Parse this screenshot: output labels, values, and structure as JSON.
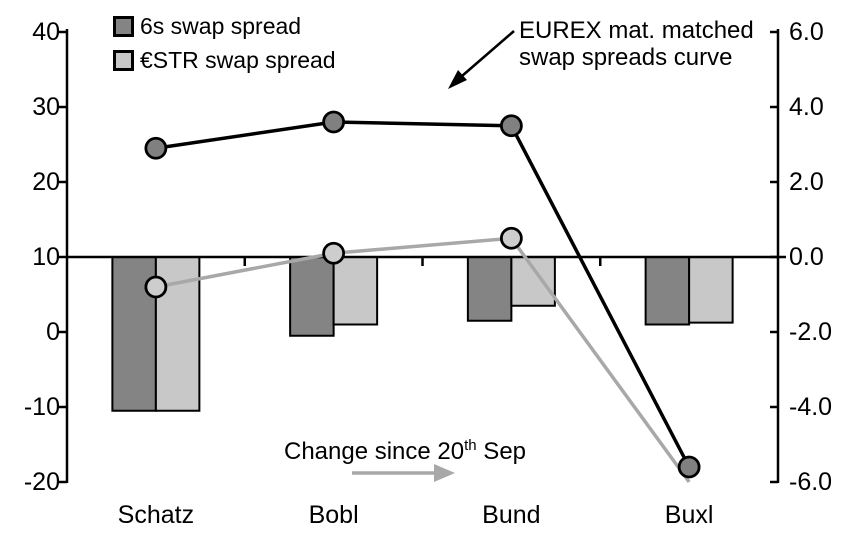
{
  "chart_data": {
    "type": "combo-bar-line",
    "categories": [
      "Schatz",
      "Bobl",
      "Bund",
      "Buxl"
    ],
    "left_axis": {
      "ticks": [
        "40",
        "30",
        "20",
        "10",
        "0",
        "-10",
        "-20"
      ],
      "tick_values": [
        40,
        30,
        20,
        10,
        0,
        -10,
        -20
      ],
      "range": [
        -20,
        40
      ]
    },
    "right_axis": {
      "ticks": [
        "6.0",
        "4.0",
        "2.0",
        "0.0",
        "-2.0",
        "-4.0",
        "-6.0"
      ],
      "tick_values": [
        6,
        4,
        2,
        0,
        -2,
        -4,
        -6
      ],
      "range": [
        -6,
        6
      ]
    },
    "line_series": [
      {
        "name": "6s swap spread curve (EUREX mat. matched)",
        "axis": "left",
        "line_color": "#000000",
        "marker_fill": "#808080",
        "values": [
          24.5,
          28,
          27.5,
          -18
        ],
        "markers": [
          true,
          true,
          true,
          true
        ]
      },
      {
        "name": "€STR swap spread curve (EUREX mat. matched)",
        "axis": "left",
        "line_color": "#a8a8a8",
        "marker_fill": "#cdcdcd",
        "values": [
          6,
          10.5,
          12.5,
          -20
        ],
        "markers": [
          true,
          true,
          true,
          false
        ]
      }
    ],
    "bar_series": [
      {
        "name": "6s swap spread",
        "axis": "right",
        "fill": "#848484",
        "values": [
          -4.1,
          -2.1,
          -1.7,
          -1.8
        ]
      },
      {
        "name": "€STR swap spread",
        "axis": "right",
        "fill": "#c8c8c8",
        "values": [
          -4.1,
          -1.8,
          -1.3,
          -1.75
        ]
      }
    ],
    "baseline_right_value": 0.0,
    "grid": "off",
    "legend_position": "top-left"
  },
  "legend": {
    "items": [
      {
        "label": "6s swap spread",
        "color": "#848484"
      },
      {
        "label": "€STR swap spread",
        "color": "#c8c8c8"
      }
    ]
  },
  "annotations": {
    "curve_label_line1": "EUREX mat. matched",
    "curve_label_line2": "swap spreads curve",
    "change_prefix": "Change since 20",
    "change_sup": "th",
    "change_suffix": " Sep"
  },
  "colors": {
    "bar_dark": "#848484",
    "bar_light": "#c8c8c8",
    "line_dark": "#000000",
    "line_gray": "#a8a8a8",
    "marker_dark_fill": "#808080",
    "marker_light_fill": "#cdcdcd",
    "axis": "#000000",
    "annotation_arrow_gray": "#a8a8a8"
  }
}
